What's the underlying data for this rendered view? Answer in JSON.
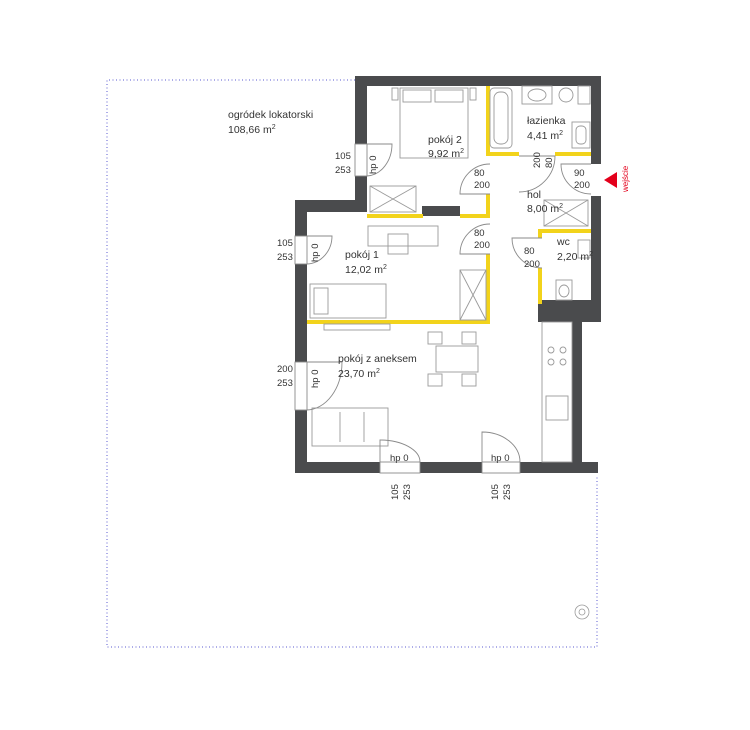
{
  "garden": {
    "name": "ogródek lokatorski",
    "area": "108,66 m",
    "unit_sup": "2"
  },
  "rooms": {
    "pokoj2": {
      "name": "pokój 2",
      "area": "9,92 m",
      "sup": "2"
    },
    "lazienka": {
      "name": "łazienka",
      "area": "4,41 m",
      "sup": "2"
    },
    "hol": {
      "name": "hol",
      "area": "8,00 m",
      "sup": "2"
    },
    "wc": {
      "name": "wc",
      "area": "2,20 m",
      "sup": "2"
    },
    "pokoj1": {
      "name": "pokój 1",
      "area": "12,02 m",
      "sup": "2"
    },
    "aneks": {
      "name": "pokój z aneksem",
      "area": "23,70 m",
      "sup": "2"
    }
  },
  "entrance": {
    "label": "wejście",
    "color": "#e3001b"
  },
  "doors": {
    "pokoj2": {
      "w": "80",
      "h": "200"
    },
    "pokoj1": {
      "w": "80",
      "h": "200"
    },
    "lazienka": {
      "w": "80",
      "h": "200"
    },
    "entry": {
      "w": "90",
      "h": "200"
    },
    "wc": {
      "w": "80",
      "h": "200"
    }
  },
  "windows": {
    "pokoj2": {
      "w": "105",
      "h": "253",
      "hp": "hp 0"
    },
    "pokoj1": {
      "w": "105",
      "h": "253",
      "hp": "hp 0"
    },
    "aneks_side": {
      "w": "200",
      "h": "253",
      "hp": "hp 0"
    },
    "bottom_left": {
      "w": "105",
      "h": "253",
      "hp": "hp 0"
    },
    "bottom_right": {
      "w": "105",
      "h": "253",
      "hp": "hp 0"
    }
  },
  "colors": {
    "wall": "#4a4b4d",
    "partition": "#f2d31b",
    "garden_border": "#5a5ad0"
  }
}
